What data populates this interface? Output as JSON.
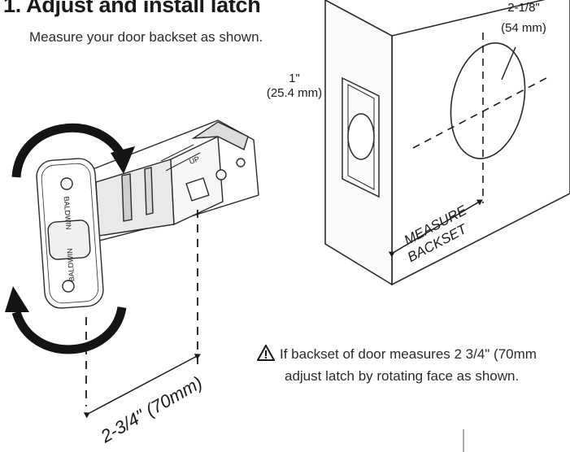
{
  "heading": {
    "title": "1. Adjust and install latch",
    "subtitle": "Measure your door backset as shown."
  },
  "door_diagram": {
    "hole_label_line1": "2-1/8\"",
    "hole_label_line2": "(54 mm)",
    "edge_bore_label_line1": "1\"",
    "edge_bore_label_line2": "(25.4 mm)",
    "measure_label_line1": "MEASURE",
    "measure_label_line2": "BACKSET"
  },
  "latch_diagram": {
    "brand_top": "BALDWIN",
    "brand_bottom": "BALDWIN",
    "up_marker": "UP",
    "dimension_label": "2-3/4\" (70mm)"
  },
  "note": {
    "icon": "warning-triangle-icon",
    "line1": "If backset of door measures 2 3/4\" (70mm",
    "line2": "adjust latch by rotating face as shown."
  }
}
